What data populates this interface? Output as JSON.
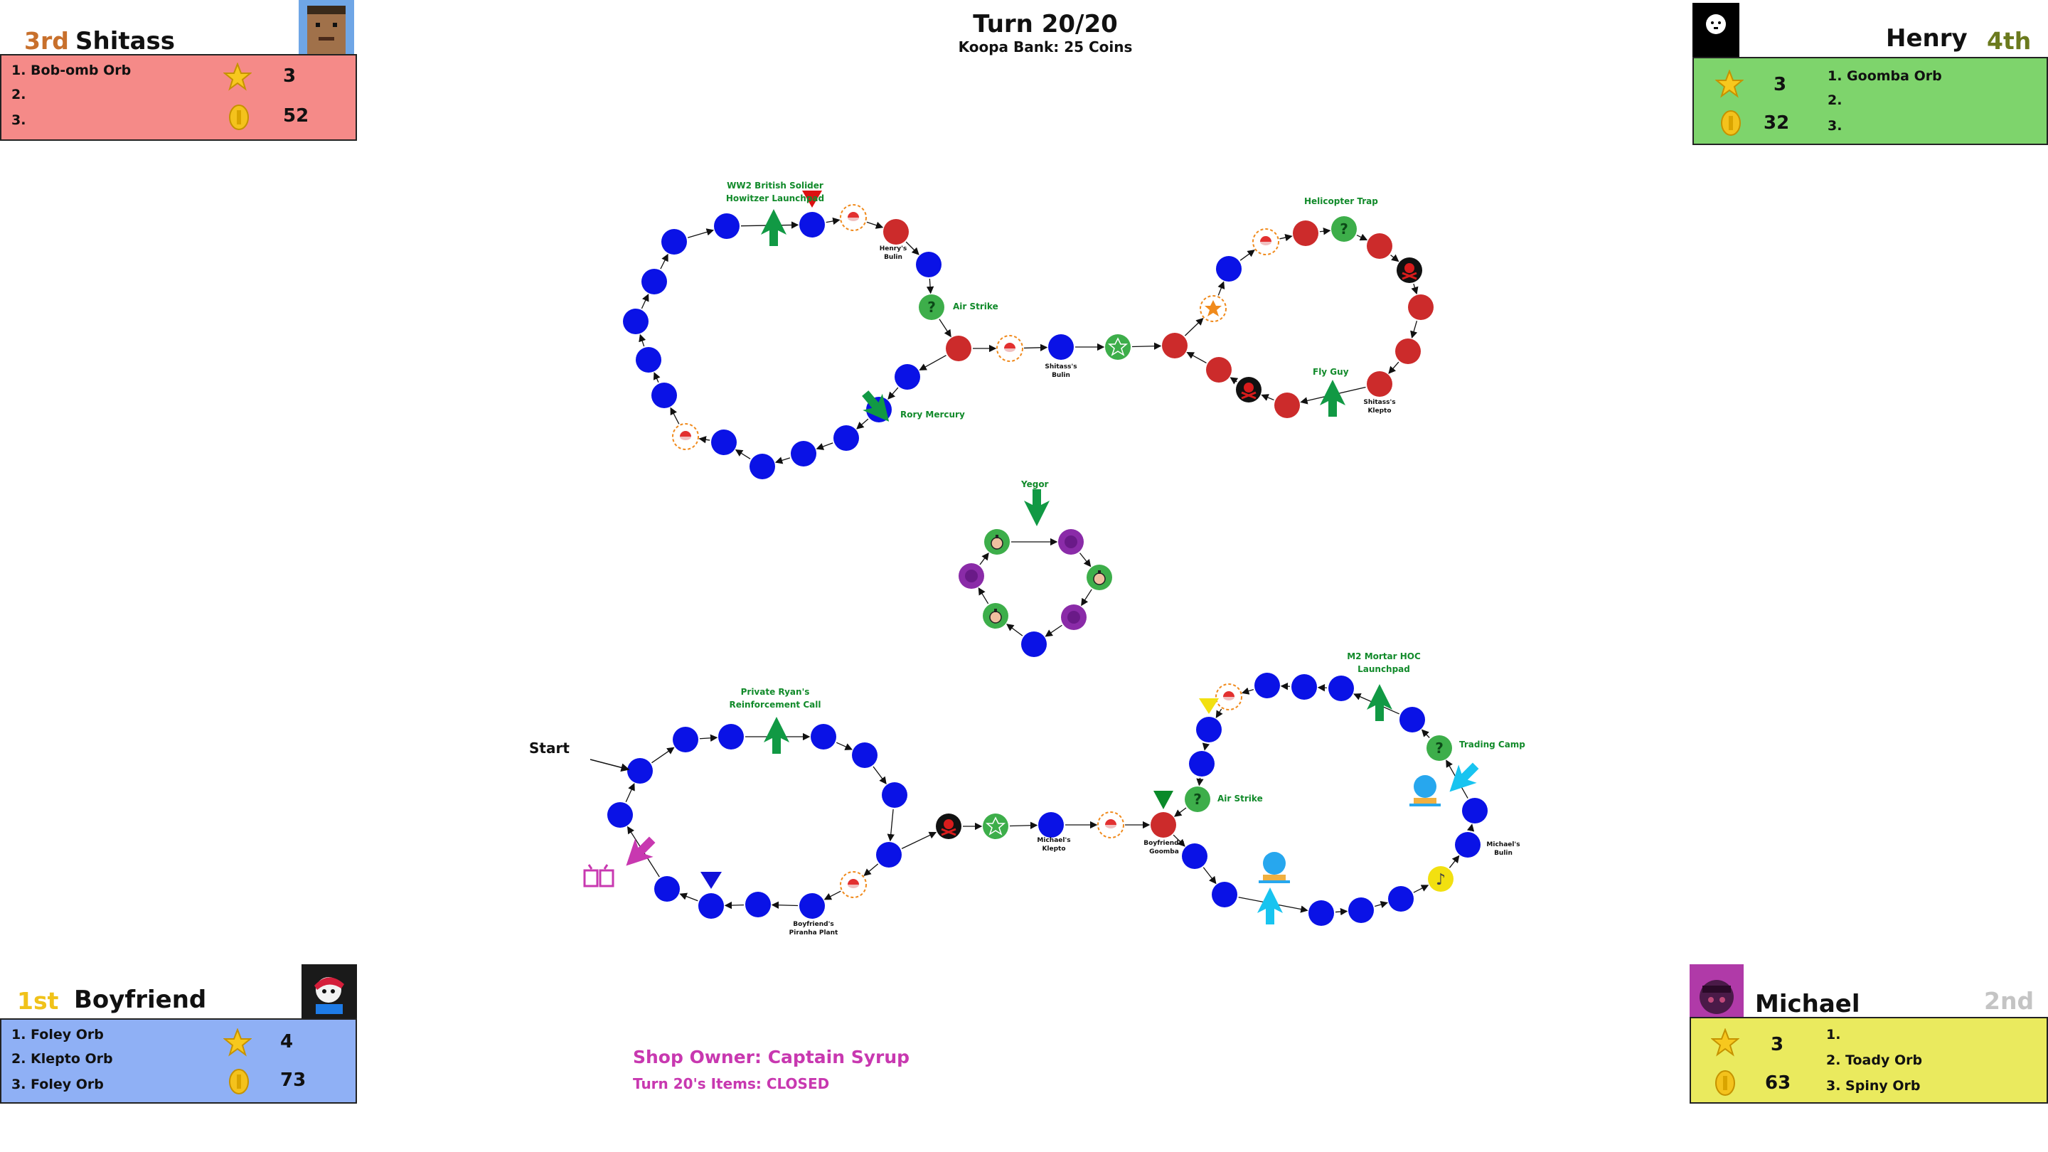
{
  "header": {
    "turn": "Turn 20/20",
    "bank": "Koopa Bank: 25 Coins"
  },
  "colors": {
    "blue": "#0a12e6",
    "red": "#cc2b2b",
    "green": "#3dae4a",
    "purple": "#8a2ba8",
    "arrow_green": "#119944",
    "arrow_cyan": "#18c4f0",
    "arrow_pink": "#c838b0"
  },
  "players": {
    "shitass": {
      "rank": "3rd",
      "name": "Shitass",
      "orbs": [
        "1. Bob-omb Orb",
        "2.",
        "3."
      ],
      "stars": "3",
      "coins": "52",
      "color": "#f58a88"
    },
    "henry": {
      "rank": "4th",
      "name": "Henry",
      "orbs": [
        "1. Goomba Orb",
        "2.",
        "3."
      ],
      "stars": "3",
      "coins": "32",
      "color": "#7ed46c"
    },
    "boyfriend": {
      "rank": "1st",
      "name": "Boyfriend",
      "orbs": [
        "1. Foley Orb",
        "2. Klepto Orb",
        "3. Foley Orb"
      ],
      "stars": "4",
      "coins": "73",
      "color": "#8fb0f5"
    },
    "michael": {
      "rank": "2nd",
      "name": "Michael",
      "orbs": [
        "1.",
        "2. Toady Orb",
        "3. Spiny Orb"
      ],
      "stars": "3",
      "coins": "63",
      "color": "#eaea5e"
    }
  },
  "board": {
    "start": "Start",
    "labels": {
      "ww2": "WW2 British Solider\nHowitzer Launchpad",
      "air_strike_top": "Air Strike",
      "rory": "Rory Mercury",
      "helicopter": "Helicopter Trap",
      "fly_guy": "Fly Guy",
      "yegor": "Yegor",
      "private_ryan": "Private Ryan's\nReinforcement Call",
      "m2": "M2 Mortar HOC\nLaunchpad",
      "trading": "Trading Camp",
      "air_strike_bottom": "Air Strike"
    },
    "small_labels": {
      "henry_bulin": "Henry's\nBulin",
      "shitass_bulin": "Shitass's\nBulin",
      "shitass_klepto": "Shitass's\nKlepto",
      "michael_klepto": "Michael's\nKlepto",
      "boyfriend_goomba": "Boyfriend's\nGoomba",
      "michael_bulin": "Michael's\nBulin",
      "boyfriend_piranha": "Boyfriend's\nPiranha Plant"
    }
  },
  "shop": {
    "owner": "Shop Owner: Captain Syrup",
    "items": "Turn 20's Items: CLOSED"
  }
}
